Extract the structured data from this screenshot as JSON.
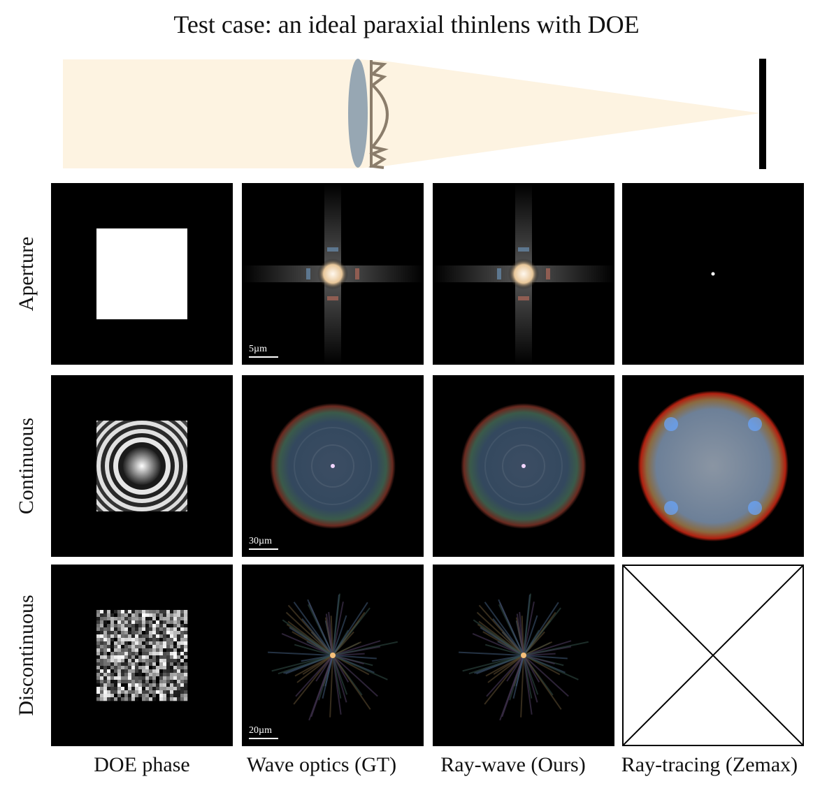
{
  "title": "Test case: an ideal paraxial thinlens with DOE",
  "rows": [
    {
      "label": "Aperture",
      "scale_bar": "5µm"
    },
    {
      "label": "Continuous",
      "scale_bar": "30µm"
    },
    {
      "label": "Discontinuous",
      "scale_bar": "20µm"
    }
  ],
  "columns": [
    "DOE phase",
    "Wave optics (GT)",
    "Ray-wave (Ours)",
    "Ray-tracing (Zemax)"
  ],
  "colors": {
    "beam": "#fdf3e1",
    "lens": "#97a7b3",
    "doe": "#8b7d6b",
    "sensor": "#000000"
  }
}
